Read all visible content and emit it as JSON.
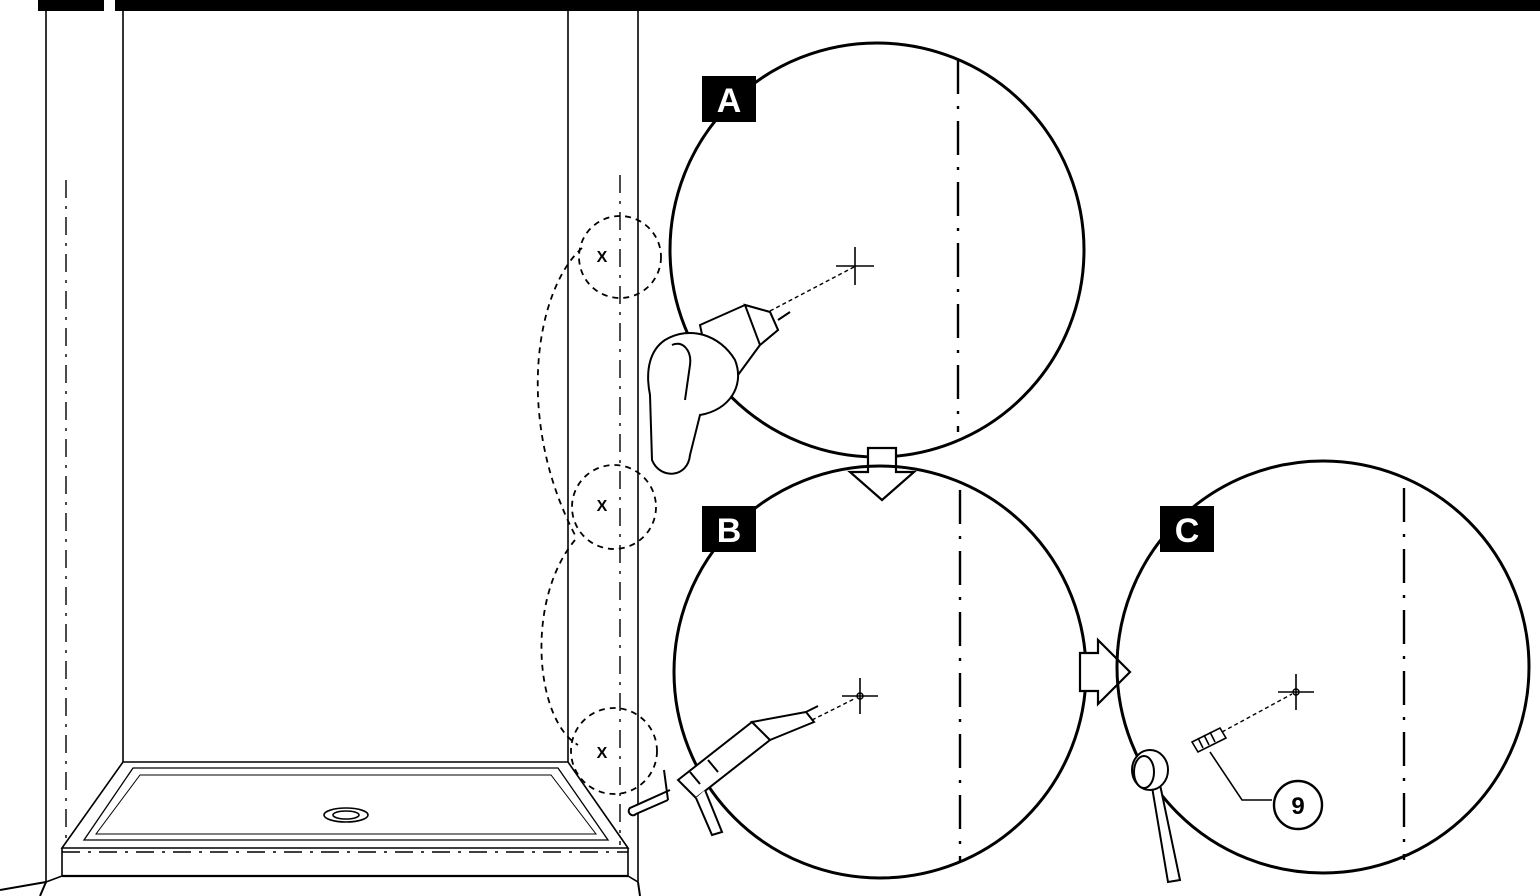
{
  "steps": [
    {
      "label": "A",
      "tool": "drill"
    },
    {
      "label": "B",
      "tool": "caulking-gun"
    },
    {
      "label": "C",
      "tool": "mallet"
    }
  ],
  "callout": {
    "number": "9"
  },
  "marks": [
    "X",
    "X",
    "X"
  ]
}
